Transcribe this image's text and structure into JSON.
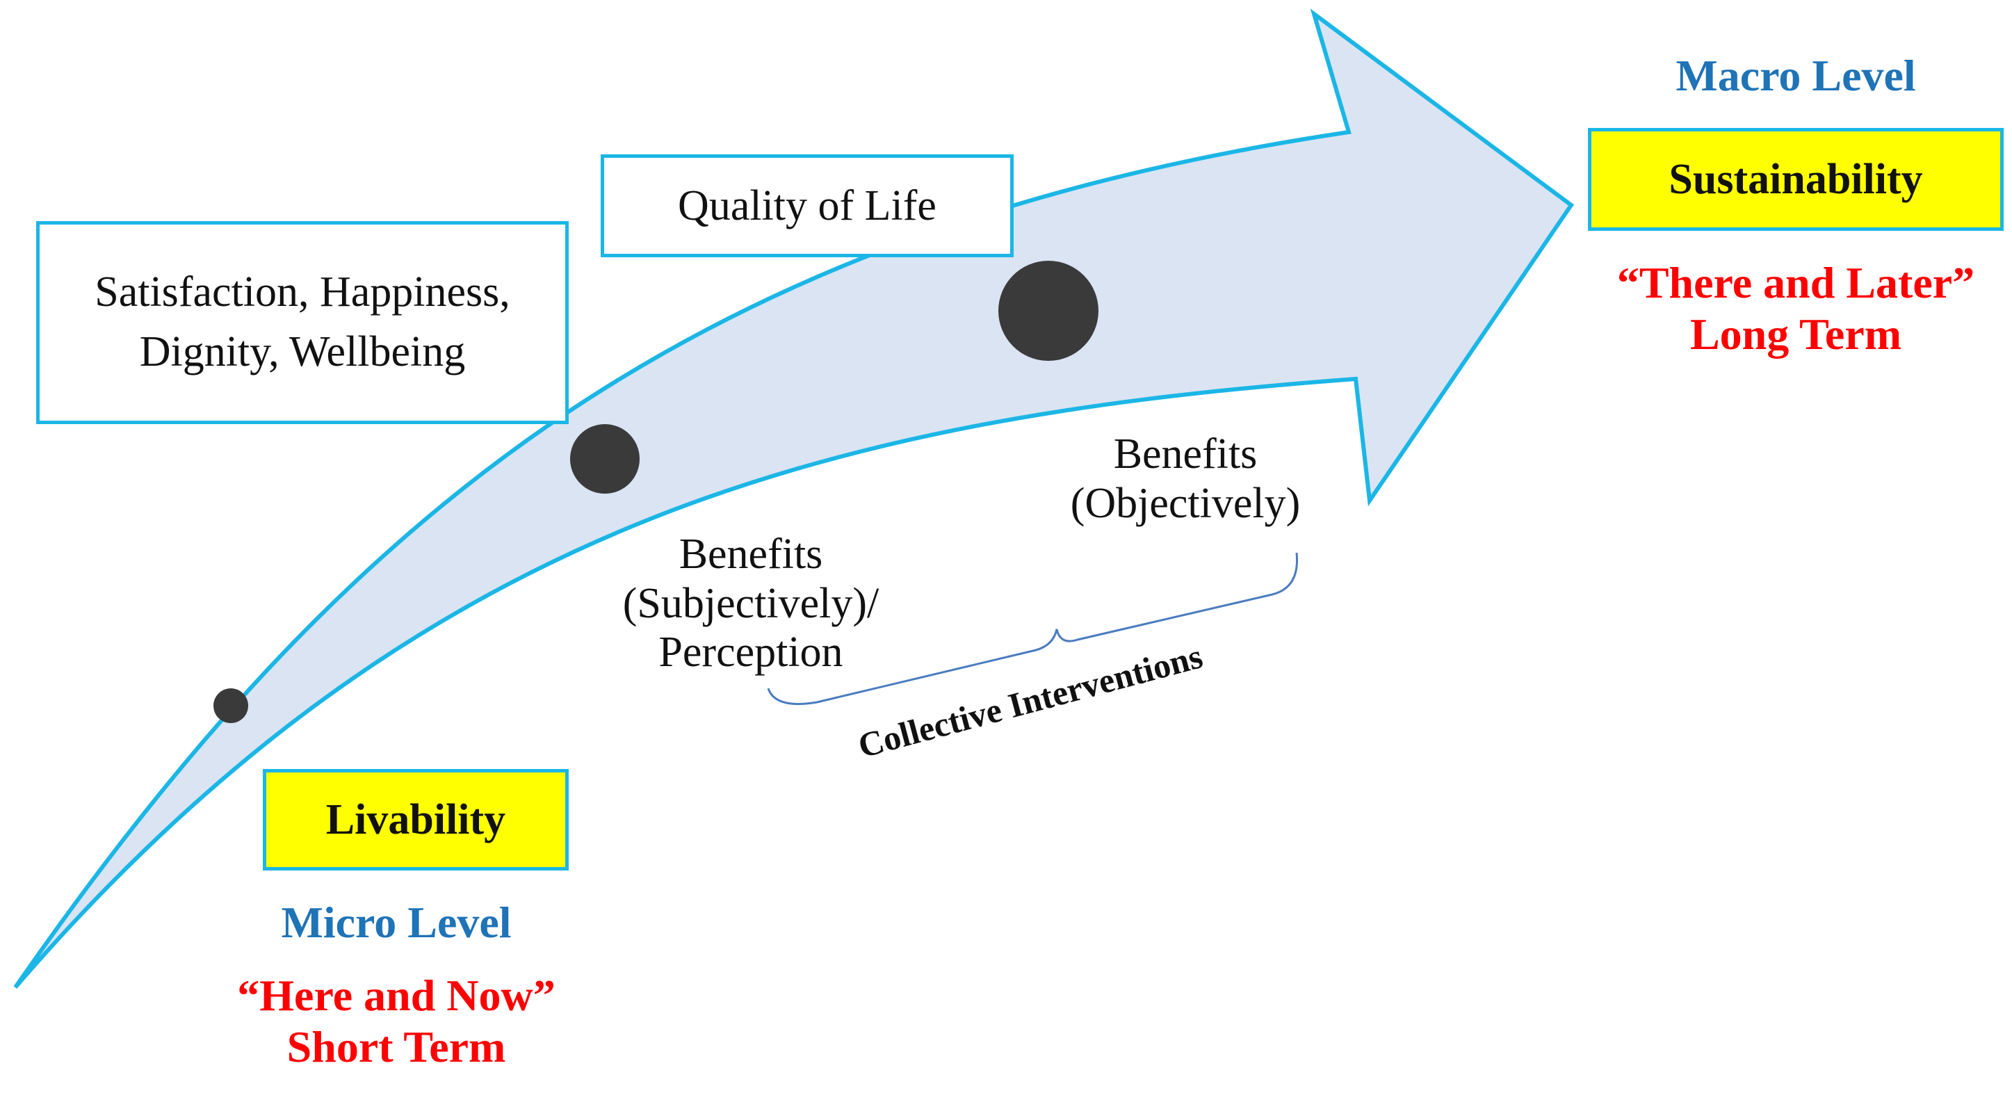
{
  "colors": {
    "arrow_fill": "#dae4f3",
    "arrow_stroke": "#1bb6e6",
    "box_border": "#1bb6e6",
    "highlight_fill": "#ffff00",
    "level_text": "#1f73b7",
    "timeframe_text": "#ff0000",
    "dot_fill": "#3a3a3a",
    "brace_stroke": "#4a7cc0"
  },
  "boxes": {
    "wellbeing": [
      "Satisfaction, Happiness,",
      "Dignity, Wellbeing"
    ],
    "quality_of_life": "Quality of Life",
    "livability": "Livability",
    "sustainability": "Sustainability"
  },
  "micro": {
    "level": "Micro Level",
    "timeframe": [
      "“Here and Now”",
      "Short Term"
    ]
  },
  "macro": {
    "level": "Macro Level",
    "timeframe": [
      "“There and Later”",
      "Long Term"
    ]
  },
  "benefits": {
    "subjective": [
      "Benefits",
      "(Subjectively)/",
      "Perception"
    ],
    "objective": [
      "Benefits",
      "(Objectively)"
    ]
  },
  "brace_label": "Collective Interventions"
}
